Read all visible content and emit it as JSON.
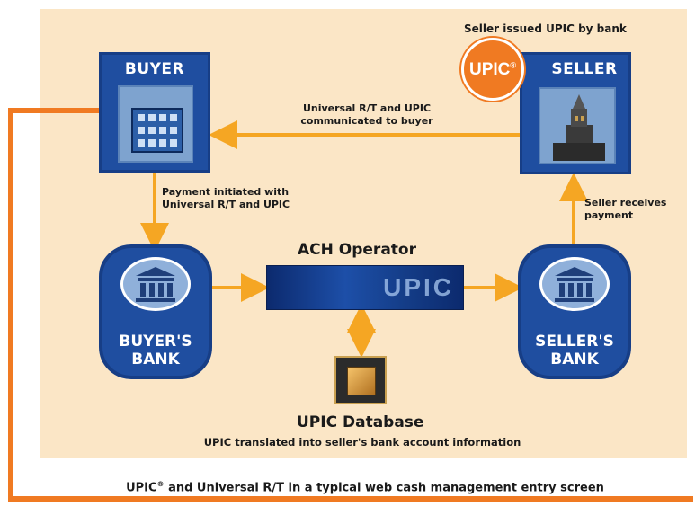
{
  "nodes": {
    "buyer": {
      "title": "BUYER"
    },
    "seller": {
      "title": "SELLER",
      "badge": "UPIC",
      "badge_mark": "®"
    },
    "buyers_bank": {
      "line1": "BUYER'S",
      "line2": "BANK"
    },
    "sellers_bank": {
      "line1": "SELLER'S",
      "line2": "BANK"
    },
    "ach": {
      "title": "ACH Operator",
      "banner_text": "UPIC"
    },
    "database": {
      "title": "UPIC Database",
      "caption": "UPIC translated into seller's bank account information"
    }
  },
  "annotations": {
    "seller_issued": "Seller issued UPIC by bank",
    "communicated_line1": "Universal R/T and UPIC",
    "communicated_line2": "communicated to buyer",
    "payment_line1": "Payment initiated with",
    "payment_line2": "Universal R/T and UPIC",
    "receives_line1": "Seller receives",
    "receives_line2": "payment"
  },
  "footer": {
    "pre": "UPIC",
    "mark": "®",
    "post": " and Universal R/T in a typical web cash management entry screen"
  },
  "colors": {
    "panel_bg": "#fbe6c6",
    "node_blue": "#1f4ea0",
    "arrow_orange": "#f5a623",
    "frame_orange": "#f07a22",
    "badge_orange": "#f07a22"
  }
}
